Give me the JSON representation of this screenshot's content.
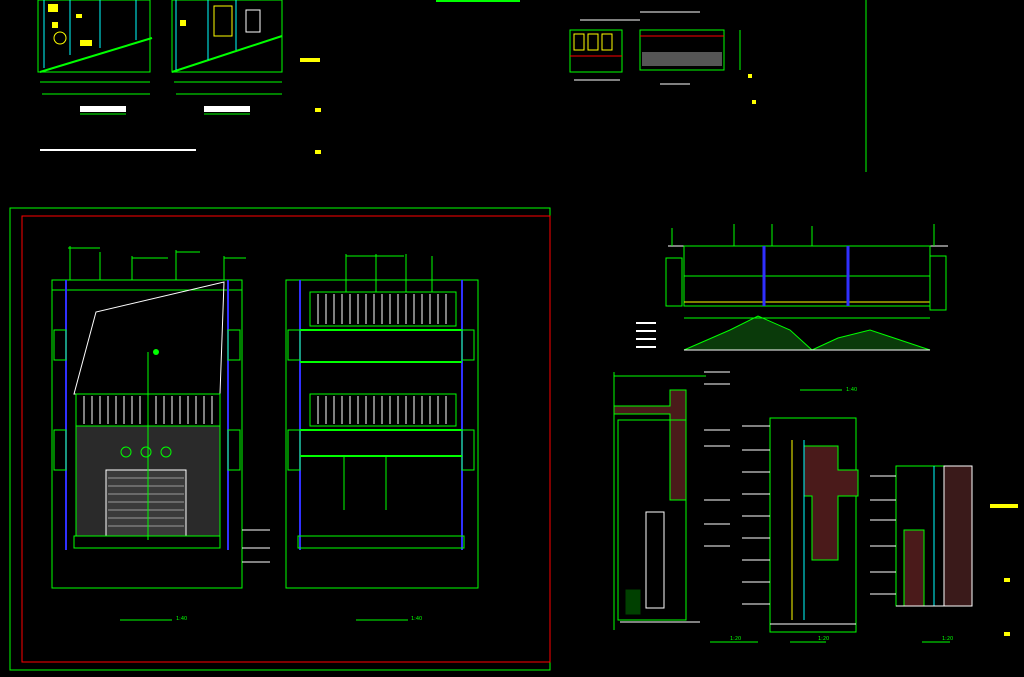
{
  "drawing": {
    "background": "#000000",
    "palette": {
      "green": "#00ff00",
      "yellow": "#ffff00",
      "white": "#ffffff",
      "cyan": "#00ffff",
      "red": "#ff0000",
      "blue": "#3030ff",
      "gray": "#808080"
    },
    "scale_labels": {
      "elevation_a": "1:40",
      "elevation_b": "1:40",
      "section_1": "1:20",
      "section_2": "1:20",
      "section_3": "1:20",
      "wall_section": "1:40"
    }
  }
}
